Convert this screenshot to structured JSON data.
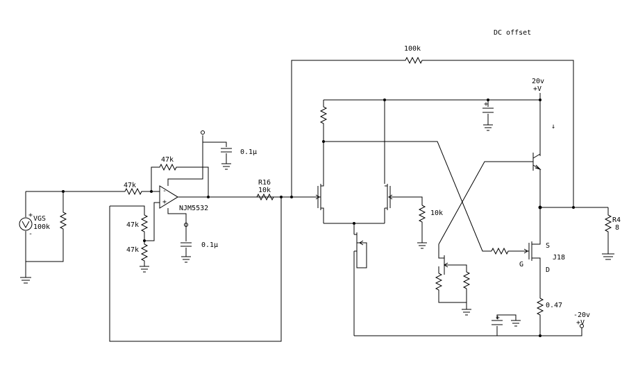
{
  "title": "DC offset",
  "labels": {
    "feedback_resistor": "100k",
    "input_source": "VGS",
    "input_resistor": "100k",
    "source_plus": "+",
    "source_minus": "-",
    "source_symbol": "V",
    "input_series": "47k",
    "opamp_feedback": "47k",
    "divider_top": "47k",
    "divider_bottom": "47k",
    "opamp_name": "NJM5532",
    "opamp_minus": "-",
    "opamp_plus": "+",
    "cap_top": "0.1μ",
    "cap_bottom": "0.1μ",
    "r16_name": "R16",
    "r16_value": "10k",
    "trim_resistor": "10k",
    "supply_pos_voltage": "20v",
    "supply_pos_symbol": "+V",
    "supply_neg_voltage": "-20v",
    "supply_neg_symbol": "+V",
    "arrow": "↓",
    "fet_name": "J18",
    "fet_source": "S",
    "fet_gate": "G",
    "fet_drain": "D",
    "source_resistor": "0.47",
    "load_name": "R4",
    "load_value": "8",
    "cap_plus_1": "+",
    "cap_plus_2": "+"
  }
}
